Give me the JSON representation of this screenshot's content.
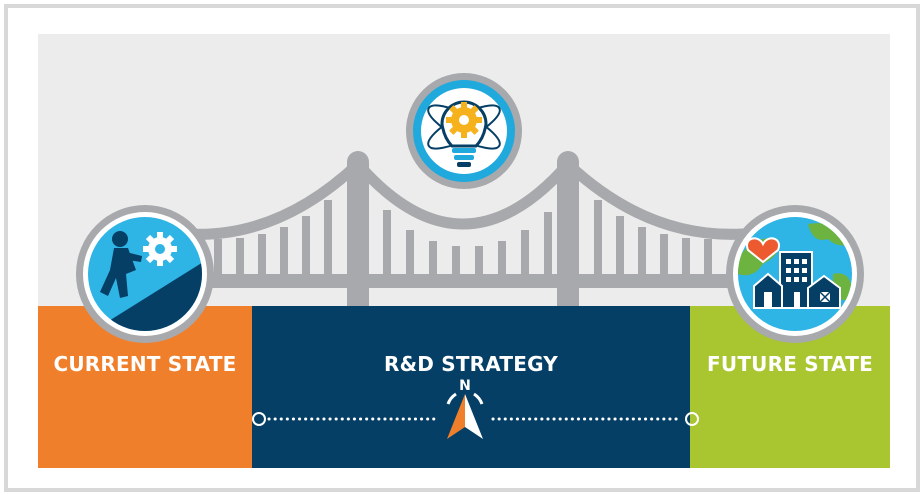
{
  "colors": {
    "background": "#ececec",
    "frame": "#d8d8d8",
    "bridge": "#a7a9ac",
    "current_state": "#f07f2c",
    "strategy": "#063f66",
    "future_state": "#a9c52f",
    "accent_blue": "#1fa9dc",
    "gear_yellow": "#f5b21c",
    "heart_red": "#ee5a30"
  },
  "stages": {
    "current": {
      "label": "CURRENT STATE",
      "icon": "climbing-person-gear-icon"
    },
    "strategy": {
      "label": "R&D STRATEGY",
      "icon": "compass-north-icon",
      "compass_letter": "N"
    },
    "future": {
      "label": "FUTURE STATE",
      "icon": "globe-city-heart-icon"
    }
  },
  "top_icon": "lightbulb-gear-atom-icon"
}
